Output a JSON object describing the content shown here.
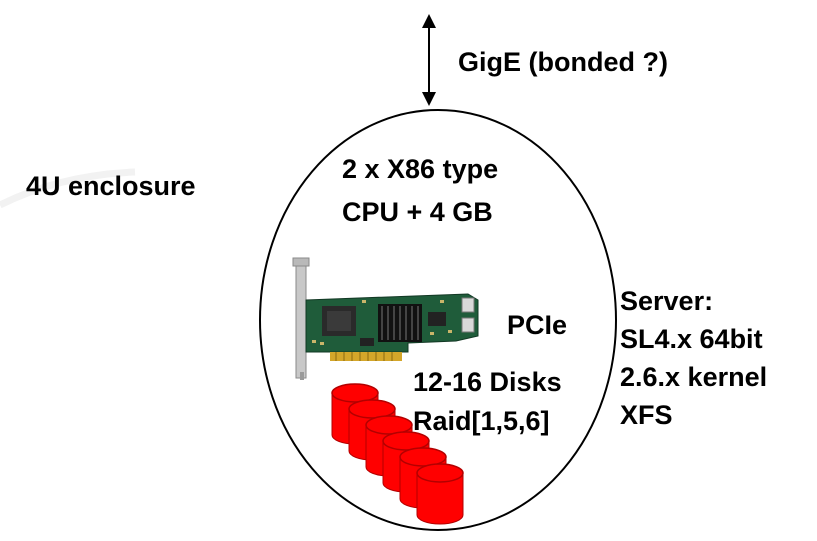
{
  "network": {
    "label": "GigE (bonded ?)"
  },
  "enclosure": {
    "label": "4U enclosure"
  },
  "cpu": {
    "line1": "2 x X86 type",
    "line2": "CPU + 4 GB"
  },
  "bus": {
    "label": "PCIe"
  },
  "storage": {
    "line1": "12-16 Disks",
    "line2": "Raid[1,5,6]"
  },
  "server": {
    "lines": [
      "Server:",
      "SL4.x 64bit",
      "2.6.x kernel",
      "XFS"
    ]
  },
  "icons": {
    "arrow": "double-arrow-vertical-icon",
    "card": "raid-controller-card-icon",
    "disk": "disk-cylinder-icon"
  },
  "colors": {
    "disk": "#ff0000",
    "disk_dark": "#b30000",
    "card_pcb": "#1f5c3a",
    "bracket": "#b9b9b9"
  }
}
